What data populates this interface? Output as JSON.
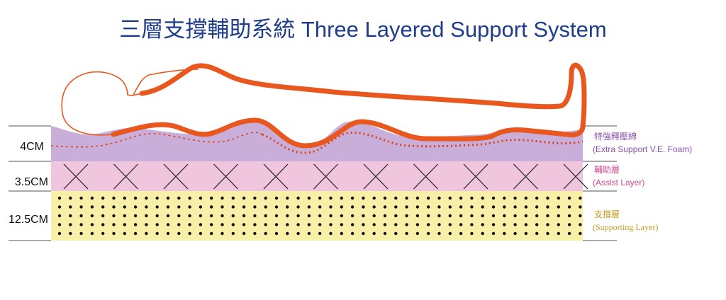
{
  "title": "三層支撐輔助系統 Three Layered Support System",
  "colors": {
    "title": "#1e3c8c",
    "top_layer": "#c8aed8",
    "middle_layer": "#f0c6de",
    "bottom_layer": "#f8f0a8",
    "body_outline": "#e8581e",
    "dots": "#111111",
    "top_label": "#8a4fb0",
    "middle_label": "#d04a8a",
    "bottom_label": "#c89a20"
  },
  "layers": [
    {
      "thickness": "4CM",
      "label_zh": "特強釋壓綿",
      "label_en": "(Extra Support V.E. Foam)"
    },
    {
      "thickness": "3.5CM",
      "label_zh": "輔助層",
      "label_en": "(Asslst Layer)"
    },
    {
      "thickness": "12.5CM",
      "label_zh": "支撐層",
      "label_en": "(Supporting Layer)"
    }
  ]
}
